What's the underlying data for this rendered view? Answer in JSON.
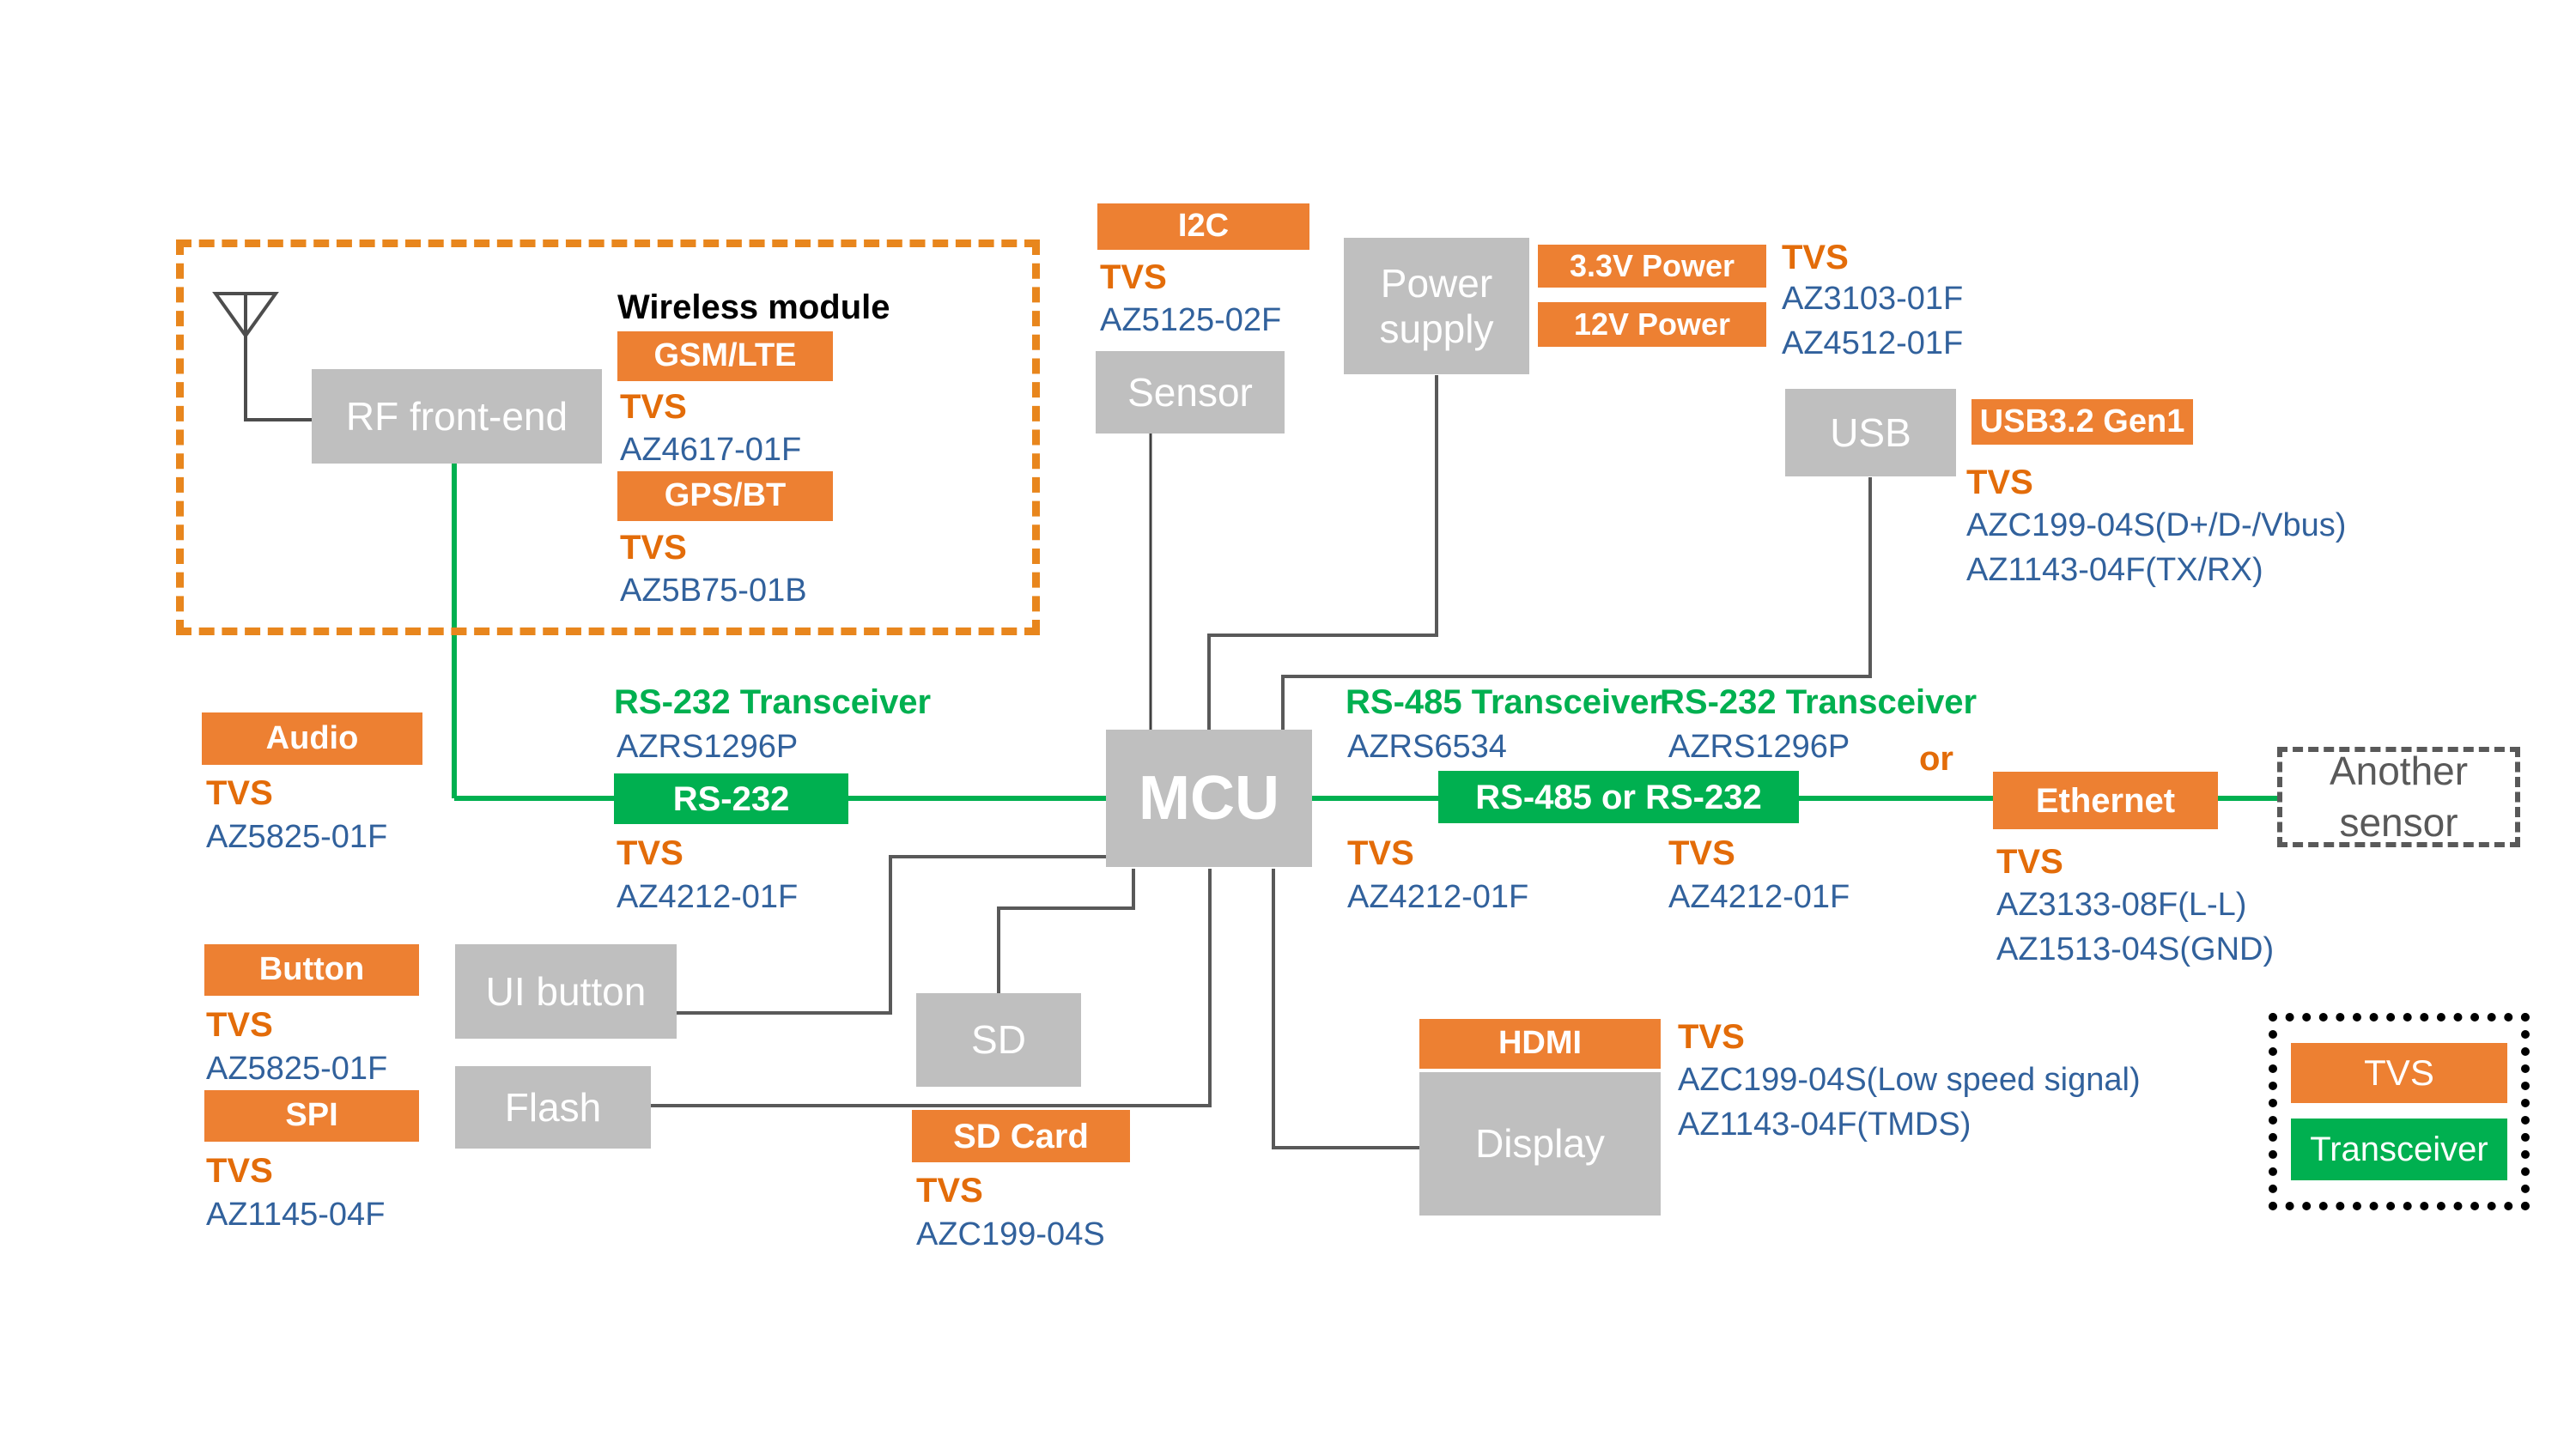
{
  "colors": {
    "box_orange": "#ED8032",
    "dash_orange": "#E8861D",
    "box_green": "#00B050",
    "box_gray": "#BFBFBF",
    "part_blue": "#31619C",
    "tvs_orange": "#E36C09",
    "wire_gray": "#595959"
  },
  "wireless": {
    "title": "Wireless module",
    "rf": "RF front-end",
    "gsm": {
      "name": "GSM/LTE",
      "tvs": "TVS",
      "part": "AZ4617-01F"
    },
    "gps": {
      "name": "GPS/BT",
      "tvs": "TVS",
      "part": "AZ5B75-01B"
    }
  },
  "i2c": {
    "name": "I2C",
    "tvs": "TVS",
    "part": "AZ5125-02F"
  },
  "sensor": {
    "name": "Sensor"
  },
  "power": {
    "name": "Power supply",
    "rail_33": "3.3V Power",
    "rail_12": "12V Power",
    "tvs": "TVS",
    "parts": [
      "AZ3103-01F",
      "AZ4512-01F"
    ]
  },
  "usb": {
    "name": "USB",
    "badge": "USB3.2 Gen1",
    "tvs": "TVS",
    "parts": [
      "AZC199-04S(D+/D-/Vbus)",
      "AZ1143-04F(TX/RX)"
    ]
  },
  "audio": {
    "name": "Audio",
    "tvs": "TVS",
    "part": "AZ5825-01F"
  },
  "rs232_left": {
    "title": "RS-232 Transceiver",
    "chip": "AZRS1296P",
    "bus": "RS-232",
    "tvs": "TVS",
    "part": "AZ4212-01F"
  },
  "mcu": {
    "name": "MCU"
  },
  "rs485": {
    "title": "RS-485 Transceiver",
    "chip": "AZRS6534",
    "tvs": "TVS",
    "part": "AZ4212-01F"
  },
  "rs232_right": {
    "title": "RS-232 Transceiver",
    "chip": "AZRS1296P",
    "tvs": "TVS",
    "part": "AZ4212-01F"
  },
  "bus_right": {
    "label": "RS-485 or RS-232"
  },
  "or_label": "or",
  "ethernet": {
    "name": "Ethernet",
    "tvs": "TVS",
    "parts": [
      "AZ3133-08F(L-L)",
      "AZ1513-04S(GND)"
    ]
  },
  "another_sensor": {
    "name": "Another sensor"
  },
  "button": {
    "name": "Button",
    "tvs": "TVS",
    "part": "AZ5825-01F"
  },
  "spi": {
    "name": "SPI",
    "tvs": "TVS",
    "part": "AZ1145-04F"
  },
  "ui_button": {
    "name": "UI button"
  },
  "flash": {
    "name": "Flash"
  },
  "sd": {
    "name": "SD",
    "badge": "SD Card",
    "tvs": "TVS",
    "part": "AZC199-04S"
  },
  "display": {
    "name": "Display",
    "badge": "HDMI",
    "tvs": "TVS",
    "parts": [
      "AZC199-04S(Low speed signal)",
      "AZ1143-04F(TMDS)"
    ]
  },
  "legend": {
    "tvs": "TVS",
    "transceiver": "Transceiver"
  }
}
